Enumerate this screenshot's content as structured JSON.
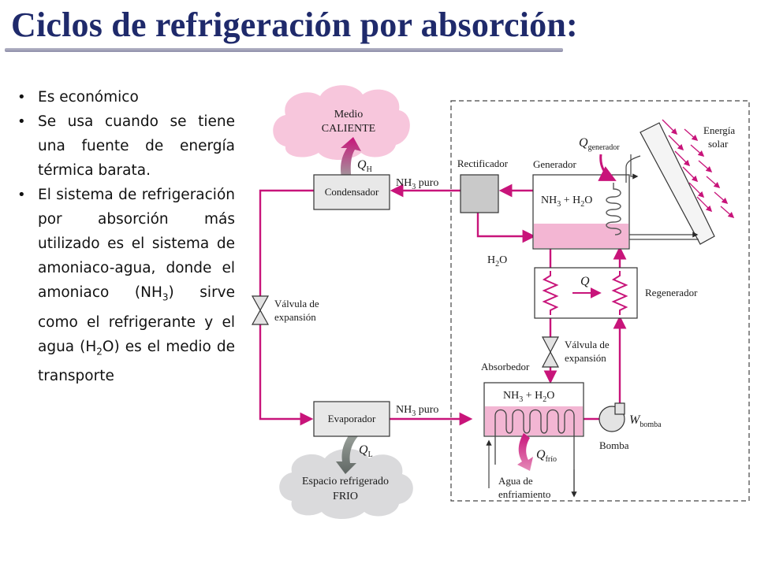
{
  "title": "Ciclos de refrigeración por absorción:",
  "bullets": {
    "b1": "Es económico",
    "b2": "Se usa cuando se tiene una fuente de energía térmica barata.",
    "b3_a": "El sistema de refrigeración por absorción más utilizado es el sistema de amoniaco-agua, donde el amoniaco (NH",
    "b3_sub1": "3",
    "b3_b": ") sirve como el refrigerante y el agua (H",
    "b3_sub2": "2",
    "b3_c": "O) es el medio de transporte"
  },
  "diagram": {
    "clouds": {
      "hot_line1": "Medio",
      "hot_line2": "CALIENTE",
      "cold_line1": "Espacio refrigerado",
      "cold_line2": "FRIO"
    },
    "labels": {
      "condensador": "Condensador",
      "rectificador": "Rectificador",
      "generador": "Generador",
      "regenerador": "Regenerador",
      "evaporador": "Evaporador",
      "absorbedor": "Absorbedor",
      "bomba": "Bomba",
      "energia_1": "Energía",
      "energia_2": "solar",
      "valv_left_1": "Válvula de",
      "valv_left_2": "expansión",
      "valv_right_1": "Válvula de",
      "valv_right_2": "expansión",
      "agua_1": "Agua de",
      "agua_2": "enfriamiento",
      "nh3_puro": "puro"
    },
    "heat_labels": {
      "q_gen": "Q",
      "q_gen_sub": "generador",
      "q_h": "Q",
      "q_h_sub": "H",
      "q_l": "Q",
      "q_l_sub": "L",
      "q_reg": "Q",
      "q_frio": "Q",
      "q_frio_sub": "frío",
      "w_bomba": "W",
      "w_bomba_sub": "bomba"
    },
    "parts": {
      "nh3": "NH",
      "three": "3",
      "h2": "H",
      "two": "2",
      "o": "O",
      "plus": " + "
    },
    "colors": {
      "flow": "#c8147a",
      "liquid": "#f3b6d3",
      "box_fill": "#e8e8e8",
      "hot_cloud": "#f7c6dc",
      "cold_cloud": "#dadadc"
    }
  }
}
